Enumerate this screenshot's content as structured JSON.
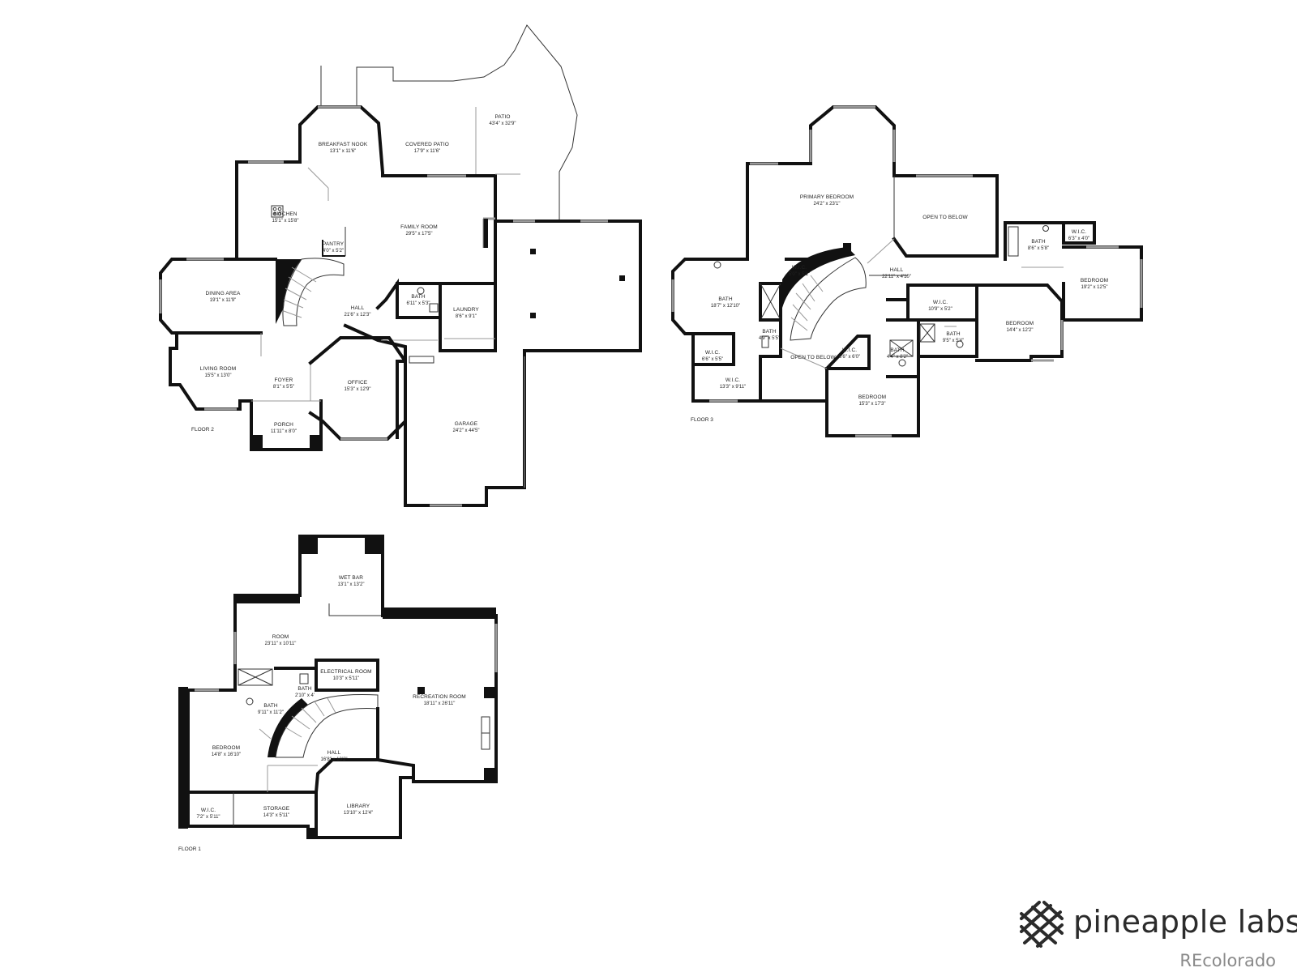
{
  "floors": [
    {
      "label": "FLOOR 2",
      "rooms": [
        {
          "name": "PATIO",
          "dims": "43'4\" x 32'9\""
        },
        {
          "name": "BREAKFAST NOOK",
          "dims": "13'1\" x 11'6\""
        },
        {
          "name": "COVERED PATIO",
          "dims": "17'9\" x 11'6\""
        },
        {
          "name": "KITCHEN",
          "dims": "15'1\" x 15'8\""
        },
        {
          "name": "FAMILY ROOM",
          "dims": "29'5\" x 17'5\""
        },
        {
          "name": "PANTRY",
          "dims": "4'0\" x 5'2\""
        },
        {
          "name": "DINING AREA",
          "dims": "19'1\" x 11'9\""
        },
        {
          "name": "BATH",
          "dims": "6'11\" x 5'3\""
        },
        {
          "name": "LAUNDRY",
          "dims": "8'6\" x 9'1\""
        },
        {
          "name": "HALL",
          "dims": "21'6\" x 12'3\""
        },
        {
          "name": "LIVING ROOM",
          "dims": "15'5\" x 13'0\""
        },
        {
          "name": "FOYER",
          "dims": "8'1\" x 5'5\""
        },
        {
          "name": "OFFICE",
          "dims": "15'3\" x 12'9\""
        },
        {
          "name": "PORCH",
          "dims": "11'11\" x 8'0\""
        },
        {
          "name": "GARAGE",
          "dims": "24'2\" x 44'5\""
        }
      ]
    },
    {
      "label": "FLOOR 3",
      "rooms": [
        {
          "name": "PRIMARY BEDROOM",
          "dims": "24'2\" x 23'1\""
        },
        {
          "name": "OPEN TO BELOW",
          "dims": ""
        },
        {
          "name": "BATH",
          "dims": "8'6\" x 5'8\""
        },
        {
          "name": "W.I.C.",
          "dims": "6'3\" x 4'0\""
        },
        {
          "name": "W.I.C.",
          "dims": "5'0\" x 5'1\""
        },
        {
          "name": "HALL",
          "dims": "22'11\" x 4'10\""
        },
        {
          "name": "BEDROOM",
          "dims": "19'2\" x 12'5\""
        },
        {
          "name": "BATH",
          "dims": "18'7\" x 12'10\""
        },
        {
          "name": "W.I.C.",
          "dims": "10'9\" x 5'2\""
        },
        {
          "name": "BEDROOM",
          "dims": "14'4\" x 12'2\""
        },
        {
          "name": "BATH",
          "dims": "4'9\" x 5'5\""
        },
        {
          "name": "BATH",
          "dims": "9'5\" x 5'4\""
        },
        {
          "name": "W.I.C.",
          "dims": "6'6\" x 5'5\""
        },
        {
          "name": "OPEN TO BELOW",
          "dims": ""
        },
        {
          "name": "W.I.C.",
          "dims": "6'6\" x 6'0\""
        },
        {
          "name": "BATH",
          "dims": "4'4\" x 8'2\""
        },
        {
          "name": "W.I.C.",
          "dims": "13'3\" x 9'11\""
        },
        {
          "name": "BEDROOM",
          "dims": "15'3\" x 17'3\""
        }
      ]
    },
    {
      "label": "FLOOR 1",
      "rooms": [
        {
          "name": "WET BAR",
          "dims": "13'1\" x 13'2\""
        },
        {
          "name": "ROOM",
          "dims": "23'11\" x 10'11\""
        },
        {
          "name": "ELECTRICAL ROOM",
          "dims": "10'3\" x 5'11\""
        },
        {
          "name": "BATH",
          "dims": "2'10\" x 4'"
        },
        {
          "name": "RECREATION ROOM",
          "dims": "18'11\" x 26'11\""
        },
        {
          "name": "BATH",
          "dims": "9'11\" x 11'2\""
        },
        {
          "name": "BEDROOM",
          "dims": "14'8\" x 16'10\""
        },
        {
          "name": "HALL",
          "dims": "16'8\" x 10'2\""
        },
        {
          "name": "W.I.C.",
          "dims": "7'2\" x 5'11\""
        },
        {
          "name": "STORAGE",
          "dims": "14'3\" x 5'11\""
        },
        {
          "name": "LIBRARY",
          "dims": "13'10\" x 12'4\""
        }
      ]
    }
  ],
  "branding": {
    "logo_icon": "pineapple-lattice-icon",
    "name": "pineapple labs",
    "source": "REcolorado"
  }
}
